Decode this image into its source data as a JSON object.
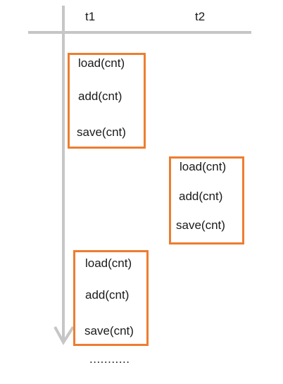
{
  "threads": [
    "t1",
    "t2"
  ],
  "blocks": [
    {
      "thread": "t1",
      "ops": [
        "load(cnt)",
        "add(cnt)",
        "save(cnt)"
      ]
    },
    {
      "thread": "t2",
      "ops": [
        "load(cnt)",
        "add(cnt)",
        "save(cnt)"
      ]
    },
    {
      "thread": "t1",
      "ops": [
        "load(cnt)",
        "add(cnt)",
        "save(cnt)"
      ]
    }
  ],
  "continuation": "...........",
  "colors": {
    "block_border": "#ed7d31",
    "axis": "#c6c6c6",
    "text": "#1a1a1a"
  }
}
